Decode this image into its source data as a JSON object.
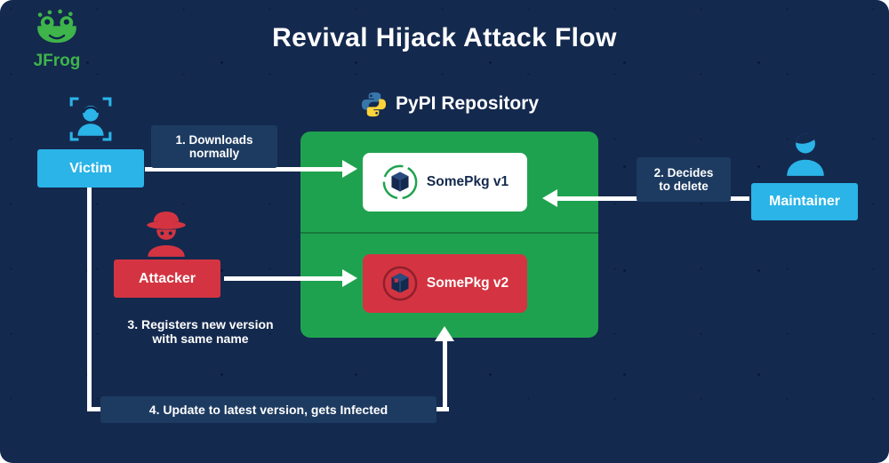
{
  "title": "Revival Hijack Attack Flow",
  "brand": {
    "name": "JFrog",
    "color": "#3eb44a"
  },
  "repository": {
    "label": "PyPI Repository",
    "icon": "python-logo-icon"
  },
  "packages": {
    "v1": {
      "label": "SomePkg v1",
      "icon": "package-cube-icon"
    },
    "v2": {
      "label": "SomePkg v2",
      "icon": "infected-package-cube-icon"
    }
  },
  "actors": {
    "victim": {
      "label": "Victim",
      "icon": "victim-person-icon",
      "color": "#2ab4e8"
    },
    "attacker": {
      "label": "Attacker",
      "icon": "attacker-spy-icon",
      "color": "#d43441"
    },
    "maintainer": {
      "label": "Maintainer",
      "icon": "maintainer-person-icon",
      "color": "#2ab4e8"
    }
  },
  "steps": {
    "step1": "1.  Downloads\nnormally",
    "step2": "2. Decides\nto delete",
    "step3": "3. Registers new version\nwith same name",
    "step4": "4. Update to latest version, gets Infected"
  },
  "colors": {
    "background": "#14294e",
    "green_panel": "#1fa24f",
    "blue_accent": "#2ab4e8",
    "red_accent": "#d43441",
    "label_box": "#1d3b61",
    "arrow": "#ffffff"
  }
}
